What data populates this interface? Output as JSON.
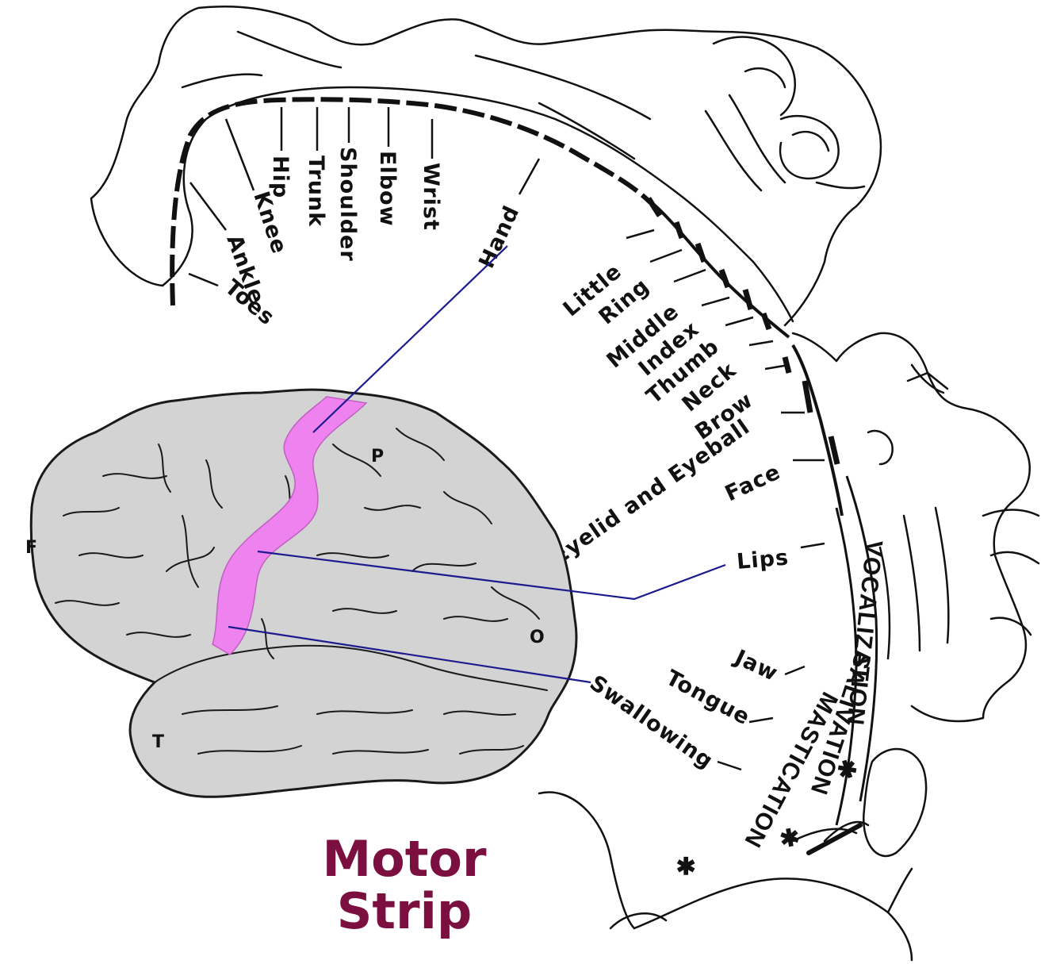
{
  "title": {
    "line1": "Motor",
    "line2": "Strip"
  },
  "lobes": {
    "frontal": "F",
    "parietal": "P",
    "occipital": "O",
    "temporal": "T"
  },
  "body_parts": {
    "toes": "Toes",
    "ankle": "Ankle",
    "knee": "Knee",
    "hip": "Hip",
    "trunk": "Trunk",
    "shoulder": "Shoulder",
    "elbow": "Elbow",
    "wrist": "Wrist",
    "hand": "Hand",
    "little": "Little",
    "ring": "Ring",
    "middle": "Middle",
    "index": "Index",
    "thumb": "Thumb",
    "neck": "Neck",
    "brow": "Brow",
    "eyelid_eyeball": "Eyelid and Eyeball",
    "face": "Face",
    "lips": "Lips",
    "jaw": "Jaw",
    "tongue": "Tongue",
    "swallowing": "Swallowing"
  },
  "functions": {
    "vocalization": "VOCALIZATION",
    "salivation": "SALIVATION",
    "mastication": "MASTICATION"
  },
  "colors": {
    "motor_strip": "#ee82ee",
    "brain_fill": "#d3d3d3",
    "title": "#7b1040",
    "pointer_lines": "#1b1b8f"
  }
}
